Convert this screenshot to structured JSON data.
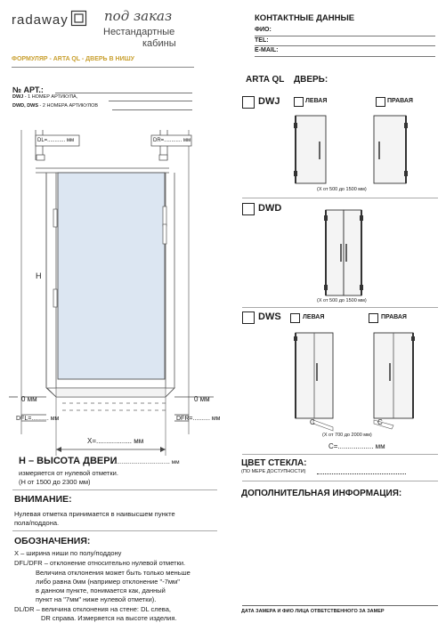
{
  "header": {
    "brand": "radaway",
    "slogan_1": "под заказ",
    "slogan_2": "Нестандартные",
    "slogan_3": "кабины",
    "form_title": "ФОРМУЛЯР - ARTA QL - ДВЕРЬ В НИШУ"
  },
  "contacts": {
    "title": "КОНТАКТНЫЕ ДАННЫЕ",
    "name_label": "ФИО:",
    "tel_label": "TEL:",
    "email_label": "E-MAIL:"
  },
  "article": {
    "title": "№ АРТ.:",
    "line1_bold": "DWJ",
    "line1_rest": " - 1 НОМЕР АРТИКУЛА,",
    "line2_bold": "DWD, DWS",
    "line2_rest": " - 2 НОМЕРА АРТИКУЛОВ"
  },
  "drawing": {
    "dl_label": "DL=............ мм",
    "dr_label": "DR=............ мм",
    "h_letter": "H",
    "zero_left": "0 мм",
    "zero_right": "0 мм",
    "dfl_label": "DFL=.......... мм",
    "dfr_label": "DFR=.......... мм",
    "x_label": "X=.................. мм"
  },
  "height": {
    "title": "H – ВЫСОТА ДВЕРИ",
    "dots_unit": "..................................... мм",
    "note1": "измеряется от нулевой отметки.",
    "note2": "(H от 1500 до 2300 мм)"
  },
  "attention": {
    "title": "ВНИМАНИЕ:",
    "line1": "Нулевая отметка принимается в наивысшем пункте",
    "line2": "пола/поддона."
  },
  "legend": {
    "title": "ОБОЗНАЧЕНИЯ:",
    "l1": "X – ширина ниши по полу/поддону",
    "l2": "DFL/DFR – отклонение относительно нулевой отметки.",
    "l3": "Величина отклонения может быть только меньше",
    "l4": "либо равна 0мм (например отклонение \"-7мм\"",
    "l5": "в данном пункте, понимается как, данный",
    "l6": "пункт на \"7мм\" ниже нулевой отметки).",
    "l7": "DL/DR – величина отклонения на стене: DL слева,",
    "l8": "DR справа. Измеряется на высоте изделия."
  },
  "product": {
    "series": "ARTA QL",
    "door_label": "ДВЕРЬ:",
    "dwj": "DWJ",
    "dwd": "DWD",
    "dws": "DWS",
    "left": "ЛЕВАЯ",
    "right": "ПРАВАЯ",
    "dwj_range": "(X от 500 до 1500 мм)",
    "dwd_range": "(X от 500 до 1500 мм)",
    "dws_range": "(X от 700 до 2000 мм)",
    "c_letter_1": "C",
    "c_letter_2": "C",
    "c_label": "C=.................. мм"
  },
  "glass": {
    "title": "ЦВЕТ СТЕКЛА:",
    "note": "(ПО МЕРЕ ДОСТУПНОСТИ)"
  },
  "extra": {
    "title": "ДОПОЛНИТЕЛЬНАЯ ИНФОРМАЦИЯ:"
  },
  "footer": {
    "signature": "ДАТА ЗАМЕРА И ФИО ЛИЦА ОТВЕТСТВЕННОГО ЗА ЗАМЕР"
  }
}
